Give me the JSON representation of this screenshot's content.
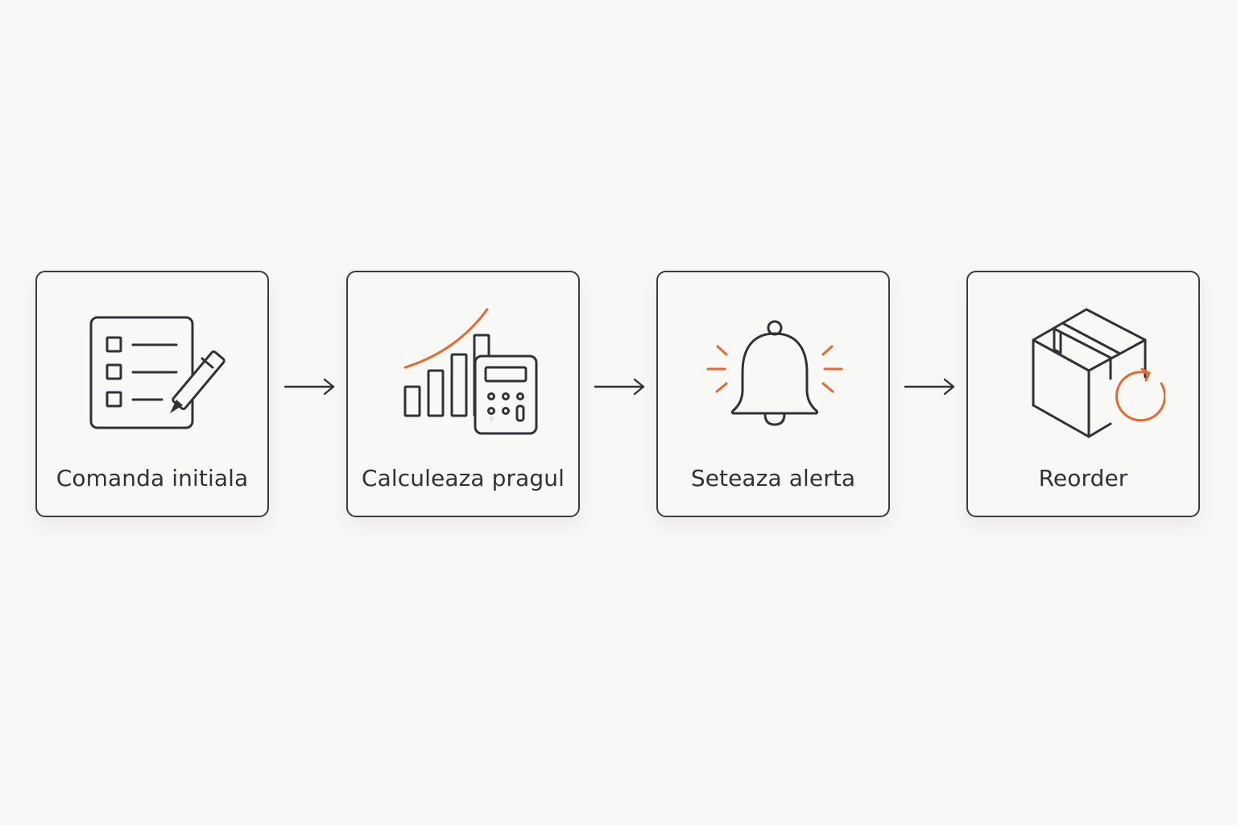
{
  "colors": {
    "background": "#f8f7f5",
    "stroke": "#2f3338",
    "accent": "#e8692c"
  },
  "steps": [
    {
      "label": "Comanda initiala",
      "icon": "checklist-pencil-icon"
    },
    {
      "label": "Calculeaza pragul",
      "icon": "bar-chart-calculator-icon"
    },
    {
      "label": "Seteaza alerta",
      "icon": "bell-alert-icon"
    },
    {
      "label": "Reorder",
      "icon": "box-refresh-icon"
    }
  ]
}
